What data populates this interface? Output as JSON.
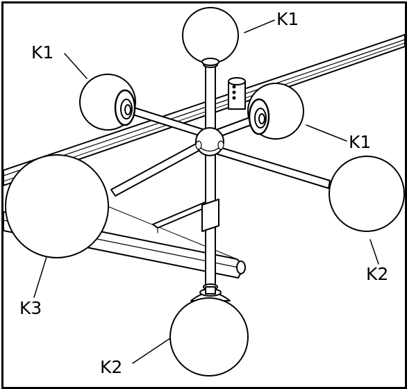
{
  "diagram": {
    "labels": [
      {
        "id": "top",
        "text": "K1"
      },
      {
        "id": "upper-left",
        "text": "K1"
      },
      {
        "id": "right-mid",
        "text": "K1"
      },
      {
        "id": "right",
        "text": "K2"
      },
      {
        "id": "left",
        "text": "K3"
      },
      {
        "id": "bottom",
        "text": "K2"
      }
    ]
  }
}
